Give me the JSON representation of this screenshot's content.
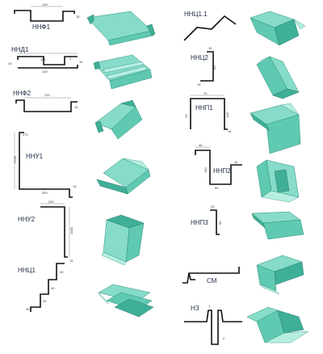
{
  "profiles": [
    {
      "code": "ННФ1",
      "dims": [
        "130",
        "15"
      ]
    },
    {
      "code": "ННД1",
      "dims": [
        "119",
        "1",
        "15",
        "120",
        "10"
      ]
    },
    {
      "code": "ННФ2",
      "dims": [
        "120",
        "15"
      ]
    },
    {
      "code": "ННУ1",
      "dims": [
        "270",
        "2700",
        "300",
        "15"
      ]
    },
    {
      "code": "ННУ2",
      "dims": [
        "200",
        "2000",
        "15"
      ]
    },
    {
      "code": "ННЦ1",
      "dims": [
        "40",
        "40",
        "40",
        "40"
      ]
    },
    {
      "code": "ННЦ1.1",
      "dims": []
    },
    {
      "code": "ННЦ2",
      "dims": [
        "15",
        "60",
        "15"
      ]
    },
    {
      "code": "ННП1",
      "dims": [
        "70",
        "70",
        "100",
        "15"
      ]
    },
    {
      "code": "ННП2",
      "dims": [
        "40",
        "130",
        "50",
        "15"
      ]
    },
    {
      "code": "ННП3",
      "dims": [
        "20",
        "60"
      ]
    },
    {
      "code": "СМ",
      "dims": []
    },
    {
      "code": "НЗ",
      "dims": [
        "1",
        "2"
      ]
    }
  ],
  "colors": {
    "profile_green": "#5fc9b2",
    "profile_shadow": "#3faf98",
    "drawing_line": "#111111"
  }
}
